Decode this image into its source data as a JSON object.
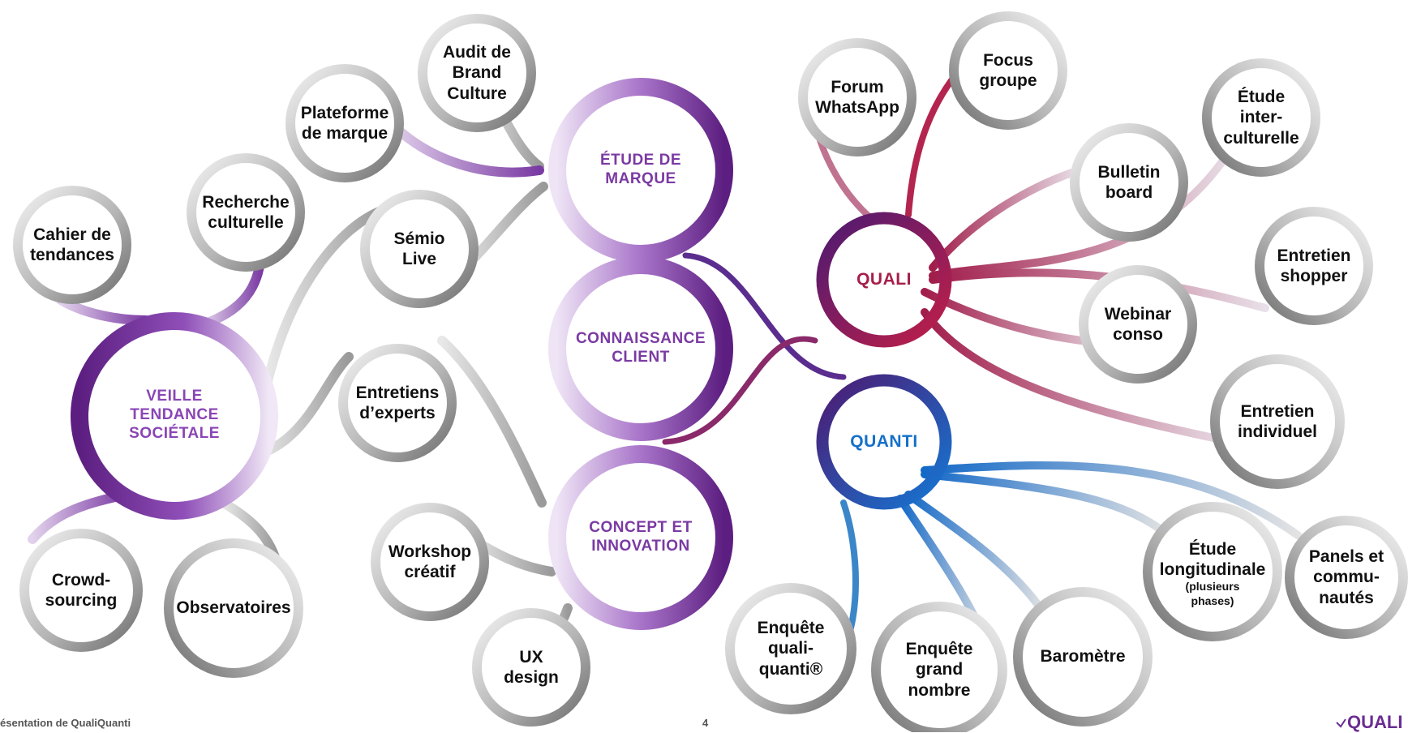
{
  "hubs": {
    "etude_marque": "ÉTUDE DE\nMARQUE",
    "connaissance_client": "CONNAISSANCE\nCLIENT",
    "concept_innovation": "CONCEPT ET\nINNOVATION",
    "veille": "VEILLE\nTENDANCE\nSOCIÉTALE",
    "quali": "QUALI",
    "quanti": "QUANTI"
  },
  "nodes": {
    "audit": "Audit de\nBrand\nCulture",
    "plateforme": "Plateforme\nde marque",
    "recherche": "Recherche\nculturelle",
    "cahier": "Cahier de\ntendances",
    "semio": "Sémio\nLive",
    "entretiens_experts": "Entretiens\nd’experts",
    "workshop": "Workshop\ncréatif",
    "ux": "UX\ndesign",
    "crowd": "Crowd-\nsourcing",
    "observatoires": "Observatoires",
    "forum": "Forum\nWhatsApp",
    "focus": "Focus\ngroupe",
    "interculturelle": "Étude\ninter-\nculturelle",
    "bulletin": "Bulletin\nboard",
    "shopper": "Entretien\nshopper",
    "webinar": "Webinar\nconso",
    "individuel": "Entretien\nindividuel",
    "longitudinale": "Étude\nlongitudinale",
    "longitudinale_note": "(plusieurs\nphases)",
    "panels": "Panels et\ncommu-\nnautés",
    "barometre": "Baromètre",
    "grand_nombre": "Enquête\ngrand\nnombre",
    "quali_quanti": "Enquête\nquali-\nquanti®"
  },
  "footer": {
    "presentation": "ésentation de QualiQuanti",
    "page": "4",
    "logo": "QUALI"
  },
  "colors": {
    "purple": "#6a2d91",
    "purple_light": "#c9a6dc",
    "crimson": "#a11d4b",
    "blue": "#1469c7",
    "gray_dark": "#7d7d7d",
    "gray_light": "#e6e6e6"
  }
}
